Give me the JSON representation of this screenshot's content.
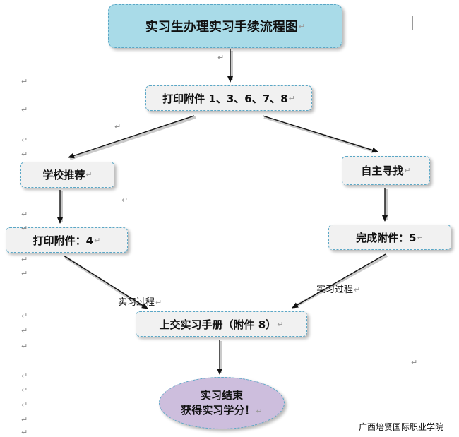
{
  "pilcrow": "↵",
  "nodes": {
    "title": "实习生办理实习手续流程图",
    "print_attachments": "打印附件 1、3、6、7、8",
    "school_recommend": "学校推荐",
    "self_find": "自主寻找",
    "print_attachment_4": "打印附件：4",
    "complete_attachment_5": "完成附件：5",
    "submit_handbook": "上交实习手册（附件 8）",
    "end_line1": "实习结束",
    "end_line2": "获得实习学分！"
  },
  "edge_labels": {
    "left_process": "实习过程",
    "right_process": "实习过程"
  },
  "footer": {
    "institution": "广西培贤国际职业学院"
  },
  "colors": {
    "title_fill": "#a9dbe8",
    "box_fill": "#f1f1f1",
    "oval_fill": "#cdbedd",
    "dashed_border": "#5aa7c6"
  }
}
